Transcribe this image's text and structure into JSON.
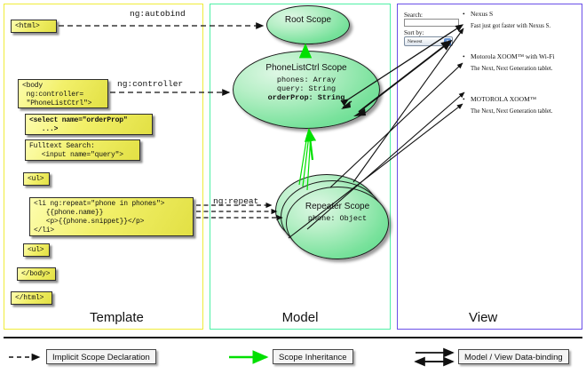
{
  "panels": [
    {
      "key": "template",
      "label": "Template",
      "border_color": "#f0ec3a"
    },
    {
      "key": "model",
      "label": "Model",
      "border_color": "#4ff0a6"
    },
    {
      "key": "view",
      "label": "View",
      "border_color": "#6a4fe8"
    }
  ],
  "template": {
    "boxes": [
      {
        "id": "html",
        "text": "<html>"
      },
      {
        "id": "body",
        "text": "<body\n ng:controller=\n \"PhoneListCtrl\">"
      },
      {
        "id": "select",
        "text": "<select name=\"orderProp\"\n   ...>"
      },
      {
        "id": "fulltext",
        "text": "Fulltext Search:\n   <input name=\"query\">"
      },
      {
        "id": "ul1",
        "text": "<ul>"
      },
      {
        "id": "li",
        "text": "<li ng:repeat=\"phone in phones\">\n   {{phone.name}}\n   <p>{{phone.snippet}}</p>\n</li>"
      },
      {
        "id": "ul2",
        "text": "<ul>"
      },
      {
        "id": "bodyend",
        "text": "</body>"
      },
      {
        "id": "htmlend",
        "text": "</html>"
      }
    ]
  },
  "model": {
    "scopes": [
      {
        "id": "root",
        "title": "Root\nScope",
        "props": []
      },
      {
        "id": "ctrl",
        "title": "PhoneListCtrl\nScope",
        "props": [
          {
            "text": "phones: Array",
            "bold": false
          },
          {
            "text": "query: String",
            "bold": false
          },
          {
            "text": "orderProp: String",
            "bold": true
          }
        ]
      },
      {
        "id": "repeater",
        "title": "Repeater\nScope",
        "props": [
          {
            "text": "phone: Object",
            "bold": false
          }
        ]
      }
    ]
  },
  "view": {
    "search_label": "Search:",
    "search_value": "",
    "search_placeholder": "",
    "sort_label": "Sort by:",
    "sort_selected": "Newest",
    "sort_options": [
      "Newest"
    ],
    "phones": [
      {
        "name": "Nexus S",
        "snippet": "Fast just got faster with Nexus S."
      },
      {
        "name": "Motorola XOOM™ with Wi-Fi",
        "snippet": "The Next, Next Generation tablet."
      },
      {
        "name": "MOTOROLA XOOM™",
        "snippet": "The Next, Next Generation tablet."
      }
    ]
  },
  "edge_labels": {
    "autobind": "ng:autobind",
    "controller": "ng:controller",
    "repeat": "ng:repeat"
  },
  "legend": {
    "items": [
      {
        "id": "implicit",
        "label": "Implicit Scope Declaration",
        "arrow": "dashed-black"
      },
      {
        "id": "inheritance",
        "label": "Scope Inheritance",
        "arrow": "solid-green"
      },
      {
        "id": "databinding",
        "label": "Model / View Data-binding",
        "arrow": "double-black"
      }
    ]
  },
  "colors": {
    "template_border": "#f0ec3a",
    "model_border": "#4ff0a6",
    "view_border": "#6a4fe8",
    "code_box": "#f2f06a",
    "scope_fill": "#79e29c",
    "inheritance_arrow": "#00e000"
  }
}
